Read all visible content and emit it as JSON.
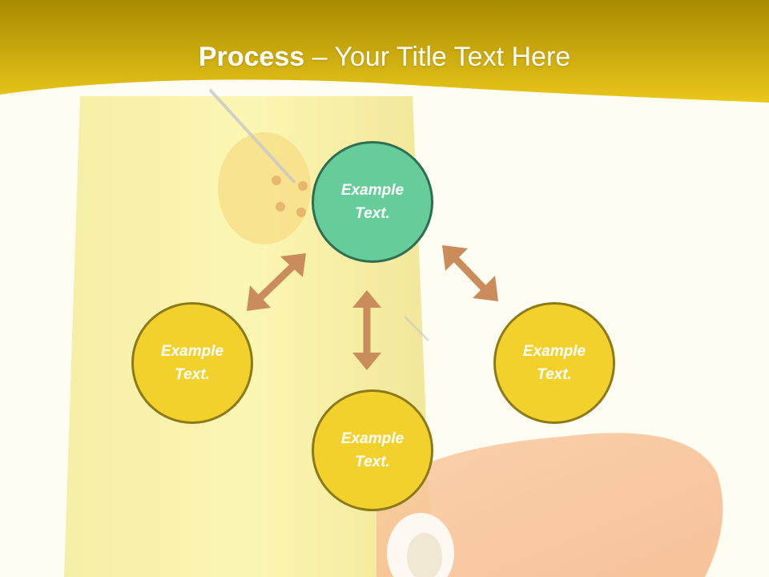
{
  "slide": {
    "title_bold": "Process",
    "title_rest": " – Your Title Text Here"
  },
  "colors": {
    "header_band": "#e2bf15",
    "node_fill": "#f3d12d",
    "node_center_fill": "#66cc99",
    "arrow": "#c98c5a",
    "text": "#ffffff"
  },
  "diagram": {
    "type": "process-cycle",
    "nodes": [
      {
        "id": "top",
        "label": "Example\nText.",
        "color": "green"
      },
      {
        "id": "left",
        "label": "Example\nText.",
        "color": "yellow"
      },
      {
        "id": "bottom",
        "label": "Example\nText.",
        "color": "yellow"
      },
      {
        "id": "right",
        "label": "Example\nText.",
        "color": "yellow"
      }
    ],
    "connectors": [
      {
        "from": "top",
        "to": "left",
        "style": "double-arrow"
      },
      {
        "from": "top",
        "to": "bottom",
        "style": "double-arrow"
      },
      {
        "from": "top",
        "to": "right",
        "style": "double-arrow"
      }
    ]
  }
}
